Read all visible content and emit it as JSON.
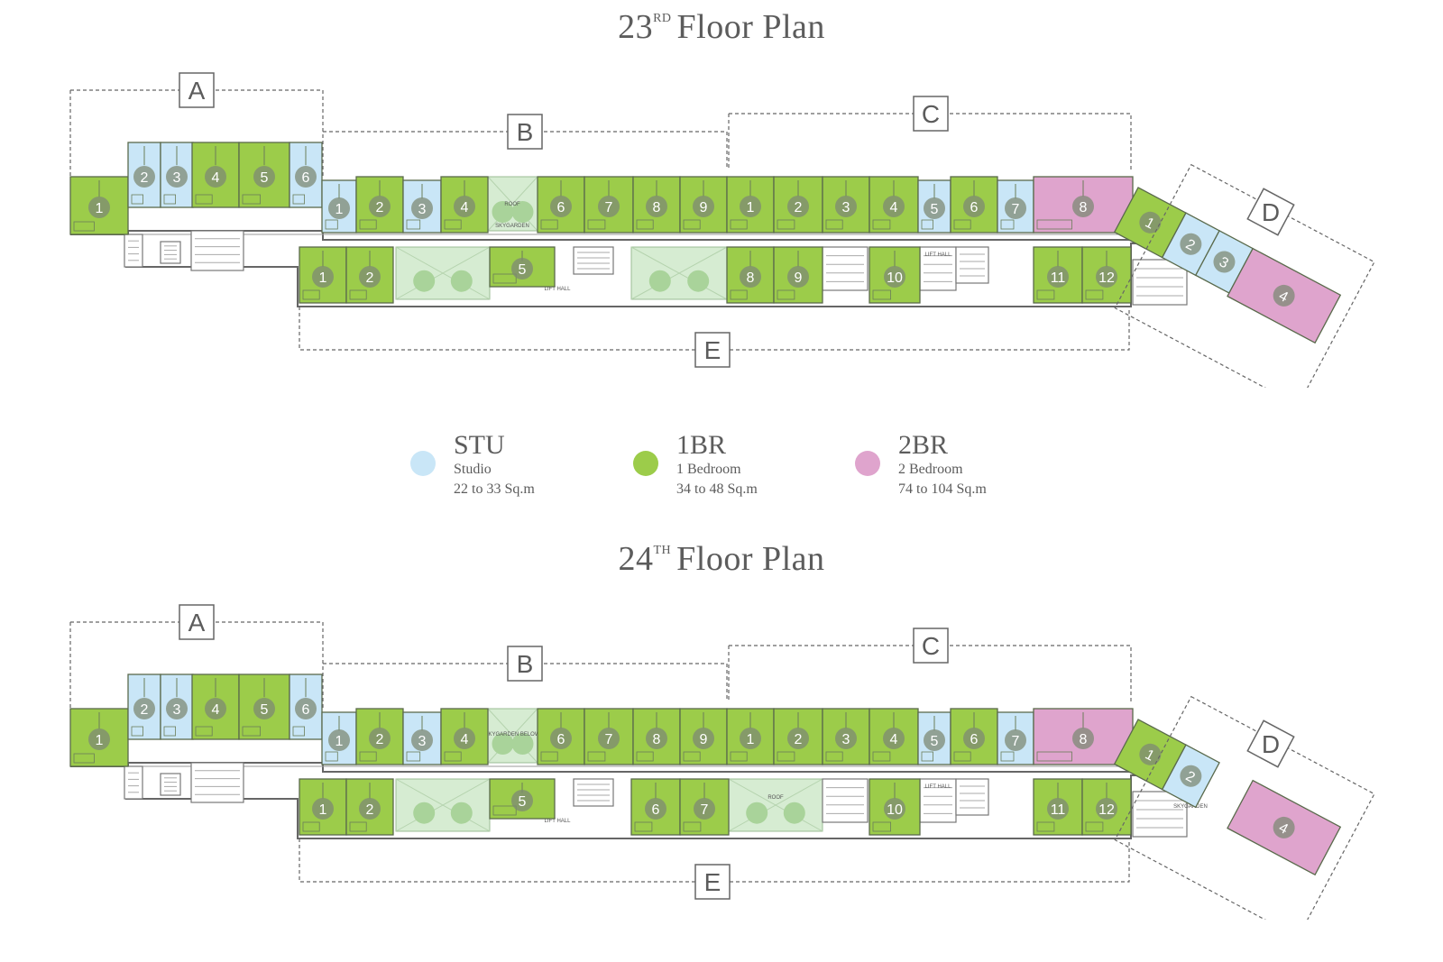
{
  "colors": {
    "studio": "#c9e6f7",
    "one_bedroom": "#9ccc4a",
    "two_bedroom": "#dfa4cd",
    "unit_number_circle": "#7d8a74",
    "outline": "#666666",
    "garden": "#d6ecd2"
  },
  "floor_23": {
    "title_number": "23",
    "title_suffix": "RD",
    "title_text": "Floor Plan",
    "zones": [
      "A",
      "B",
      "C",
      "D",
      "E"
    ],
    "labels": [
      "ROOF",
      "SKYGARDEN",
      "LIFT HALL",
      "LIFT HALL"
    ],
    "units": {
      "A": [
        {
          "no": "1",
          "type": "1BR"
        },
        {
          "no": "2",
          "type": "STU"
        },
        {
          "no": "3",
          "type": "STU"
        },
        {
          "no": "4",
          "type": "1BR"
        },
        {
          "no": "5",
          "type": "1BR"
        },
        {
          "no": "6",
          "type": "STU"
        }
      ],
      "B": [
        {
          "no": "1",
          "type": "STU"
        },
        {
          "no": "2",
          "type": "1BR"
        },
        {
          "no": "3",
          "type": "STU"
        },
        {
          "no": "4",
          "type": "1BR"
        },
        {
          "no": "6",
          "type": "1BR"
        },
        {
          "no": "7",
          "type": "1BR"
        },
        {
          "no": "8",
          "type": "1BR"
        },
        {
          "no": "9",
          "type": "1BR"
        }
      ],
      "C": [
        {
          "no": "1",
          "type": "1BR"
        },
        {
          "no": "2",
          "type": "1BR"
        },
        {
          "no": "3",
          "type": "1BR"
        },
        {
          "no": "4",
          "type": "1BR"
        },
        {
          "no": "5",
          "type": "STU"
        },
        {
          "no": "6",
          "type": "1BR"
        },
        {
          "no": "7",
          "type": "STU"
        },
        {
          "no": "8",
          "type": "2BR"
        }
      ],
      "E": [
        {
          "no": "1",
          "type": "1BR"
        },
        {
          "no": "2",
          "type": "1BR"
        },
        {
          "no": "5",
          "type": "1BR"
        },
        {
          "no": "8",
          "type": "1BR"
        },
        {
          "no": "9",
          "type": "1BR"
        },
        {
          "no": "10",
          "type": "1BR"
        },
        {
          "no": "11",
          "type": "1BR"
        },
        {
          "no": "12",
          "type": "1BR"
        }
      ],
      "D": [
        {
          "no": "1",
          "type": "1BR"
        },
        {
          "no": "2",
          "type": "STU"
        },
        {
          "no": "3",
          "type": "STU"
        },
        {
          "no": "4",
          "type": "2BR"
        }
      ]
    }
  },
  "legend": [
    {
      "code": "STU",
      "name": "Studio",
      "area": "22 to 33 Sq.m",
      "color": "#c9e6f7"
    },
    {
      "code": "1BR",
      "name": "1 Bedroom",
      "area": "34 to 48 Sq.m",
      "color": "#9ccc4a"
    },
    {
      "code": "2BR",
      "name": "2 Bedroom",
      "area": "74 to 104 Sq.m",
      "color": "#dfa4cd"
    }
  ],
  "floor_24": {
    "title_number": "24",
    "title_suffix": "TH",
    "title_text": "Floor Plan",
    "zones": [
      "A",
      "B",
      "C",
      "D",
      "E"
    ],
    "labels": [
      "SKYGARDEN BELOW",
      "ROOF",
      "LIFT HALL",
      "LIFT HALL",
      "SKYGARDEN"
    ],
    "units": {
      "A": [
        {
          "no": "1",
          "type": "1BR"
        },
        {
          "no": "2",
          "type": "STU"
        },
        {
          "no": "3",
          "type": "STU"
        },
        {
          "no": "4",
          "type": "1BR"
        },
        {
          "no": "5",
          "type": "1BR"
        },
        {
          "no": "6",
          "type": "STU"
        }
      ],
      "B": [
        {
          "no": "1",
          "type": "STU"
        },
        {
          "no": "2",
          "type": "1BR"
        },
        {
          "no": "3",
          "type": "STU"
        },
        {
          "no": "4",
          "type": "1BR"
        },
        {
          "no": "6",
          "type": "1BR"
        },
        {
          "no": "7",
          "type": "1BR"
        },
        {
          "no": "8",
          "type": "1BR"
        },
        {
          "no": "9",
          "type": "1BR"
        }
      ],
      "C": [
        {
          "no": "1",
          "type": "1BR"
        },
        {
          "no": "2",
          "type": "1BR"
        },
        {
          "no": "3",
          "type": "1BR"
        },
        {
          "no": "4",
          "type": "1BR"
        },
        {
          "no": "5",
          "type": "STU"
        },
        {
          "no": "6",
          "type": "1BR"
        },
        {
          "no": "7",
          "type": "STU"
        },
        {
          "no": "8",
          "type": "2BR"
        }
      ],
      "E": [
        {
          "no": "1",
          "type": "1BR"
        },
        {
          "no": "2",
          "type": "1BR"
        },
        {
          "no": "5",
          "type": "1BR"
        },
        {
          "no": "6",
          "type": "1BR"
        },
        {
          "no": "7",
          "type": "1BR"
        },
        {
          "no": "10",
          "type": "1BR"
        },
        {
          "no": "11",
          "type": "1BR"
        },
        {
          "no": "12",
          "type": "1BR"
        }
      ],
      "D": [
        {
          "no": "1",
          "type": "1BR"
        },
        {
          "no": "2",
          "type": "STU"
        },
        {
          "no": "4",
          "type": "2BR"
        }
      ]
    }
  }
}
